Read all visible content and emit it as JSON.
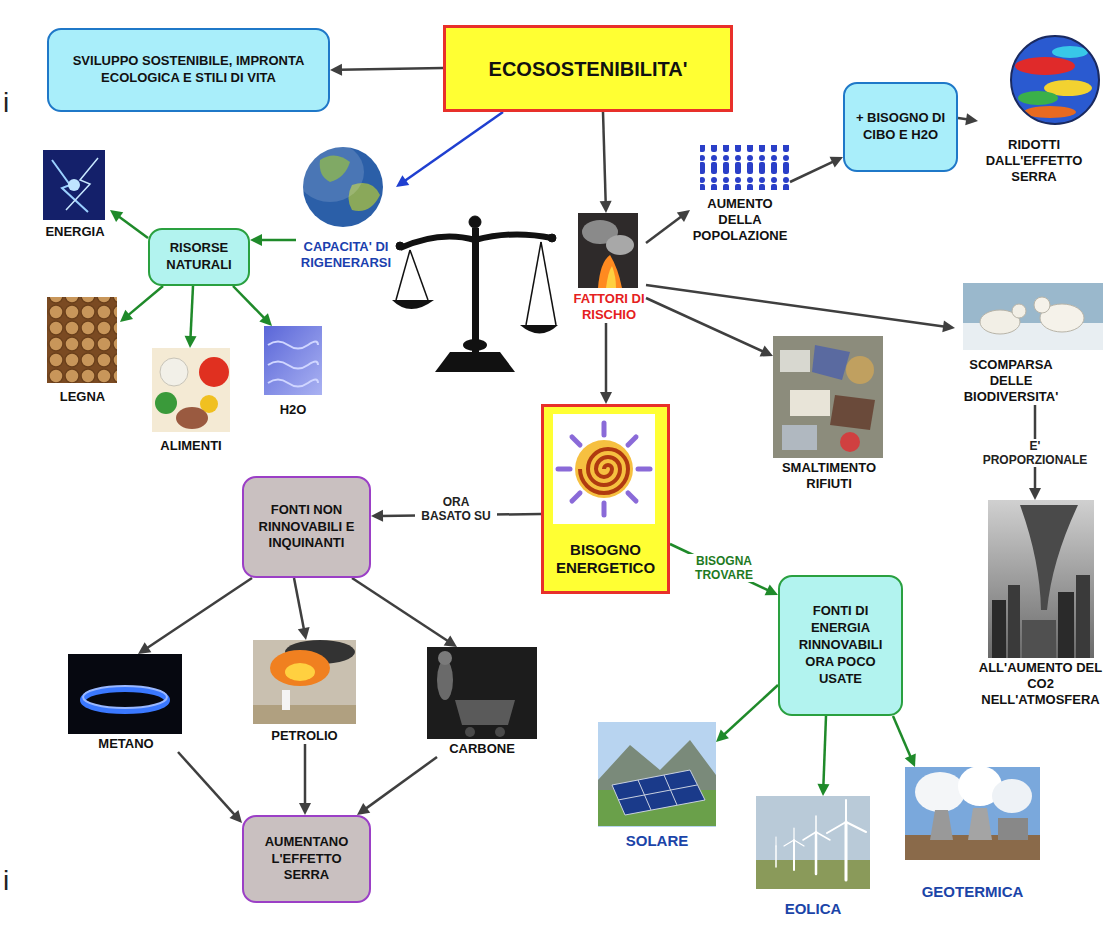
{
  "diagram": {
    "nodes": [
      {
        "text": [
          "SVILUPPO SOSTENIBILE, IMPRONTA ECOLOGICA E STILI DI VITA"
        ]
      },
      {
        "text": [
          "ECOSOSTENIBILITA'"
        ]
      },
      {
        "text": [
          "+ BISOGNO DI CIBO E H2O"
        ]
      },
      {
        "text": [
          "RIDOTTI DALL'EFFETTO SERRA"
        ]
      },
      {
        "text": [
          "AUMENTO DELLA POPOLAZIONE"
        ]
      },
      {
        "text": [
          "ENERGIA"
        ]
      },
      {
        "text": [
          "RISORSE NATURALI"
        ]
      },
      {
        "text": [
          "CAPACITA' DI RIGENERARSI"
        ]
      },
      {
        "text": [
          "FATTORI DI RISCHIO"
        ]
      },
      {
        "text": [
          "SCOMPARSA DELLE BIODIVERSITA'"
        ]
      },
      {
        "text": [
          "LEGNA"
        ]
      },
      {
        "text": [
          "ALIMENTI"
        ]
      },
      {
        "text": [
          "H2O"
        ]
      },
      {
        "text": [
          "SMALTIMENTO RIFIUTI"
        ]
      },
      {
        "text": [
          "BISOGNO ENERGETICO"
        ]
      },
      {
        "text": [
          "FONTI NON RINNOVABILI E INQUINANTI"
        ]
      },
      {
        "text": [
          "ALL'AUMENTO DEL CO2 NELL'ATMOSFERA"
        ]
      },
      {
        "text": [
          "FONTI DI ENERGIA RINNOVABILI ORA POCO USATE"
        ]
      },
      {
        "text": [
          "METANO"
        ]
      },
      {
        "text": [
          "PETROLIO"
        ]
      },
      {
        "text": [
          "CARBONE"
        ]
      },
      {
        "text": [
          "SOLARE"
        ]
      },
      {
        "text": [
          "GEOTERMICA"
        ]
      },
      {
        "text": [
          "EOLICA"
        ]
      },
      {
        "text": [
          "AUMENTANO L'EFFETTO SERRA"
        ]
      }
    ],
    "edges": [
      {
        "from": 1,
        "to": 0,
        "arrow": "to"
      },
      {
        "from": 1,
        "to": 7,
        "arrow": "to"
      },
      {
        "from": 1,
        "to": 8,
        "arrow": "to"
      },
      {
        "from": 7,
        "to": 6,
        "arrow": "to"
      },
      {
        "from": 6,
        "to": 5,
        "arrow": "to"
      },
      {
        "from": 6,
        "to": 10,
        "arrow": "to"
      },
      {
        "from": 6,
        "to": 11,
        "arrow": "to"
      },
      {
        "from": 6,
        "to": 12,
        "arrow": "to"
      },
      {
        "from": 8,
        "to": 4,
        "arrow": "to"
      },
      {
        "from": 4,
        "to": 2,
        "arrow": "to"
      },
      {
        "from": 2,
        "to": 3,
        "arrow": "to"
      },
      {
        "from": 8,
        "to": 9,
        "arrow": "to"
      },
      {
        "from": 8,
        "to": 13,
        "arrow": "to"
      },
      {
        "from": 8,
        "to": 14,
        "arrow": "to"
      },
      {
        "from": 14,
        "to": 15,
        "label": "ORA BASATO SU",
        "arrow": "to"
      },
      {
        "from": 14,
        "to": 17,
        "label": "BISOGNA TROVARE",
        "arrow": "to"
      },
      {
        "from": 9,
        "to": 16,
        "label": "E' PROPORZIONALE",
        "arrow": "to"
      },
      {
        "from": 15,
        "to": 18,
        "arrow": "to"
      },
      {
        "from": 15,
        "to": 19,
        "arrow": "to"
      },
      {
        "from": 15,
        "to": 20,
        "arrow": "to"
      },
      {
        "from": 18,
        "to": 24,
        "arrow": "to"
      },
      {
        "from": 19,
        "to": 24,
        "arrow": "to"
      },
      {
        "from": 20,
        "to": 24,
        "arrow": "to"
      },
      {
        "from": 17,
        "to": 21,
        "arrow": "to"
      },
      {
        "from": 17,
        "to": 23,
        "arrow": "to"
      },
      {
        "from": 17,
        "to": 22,
        "arrow": "to"
      }
    ],
    "labels": [
      "i",
      "i"
    ]
  }
}
